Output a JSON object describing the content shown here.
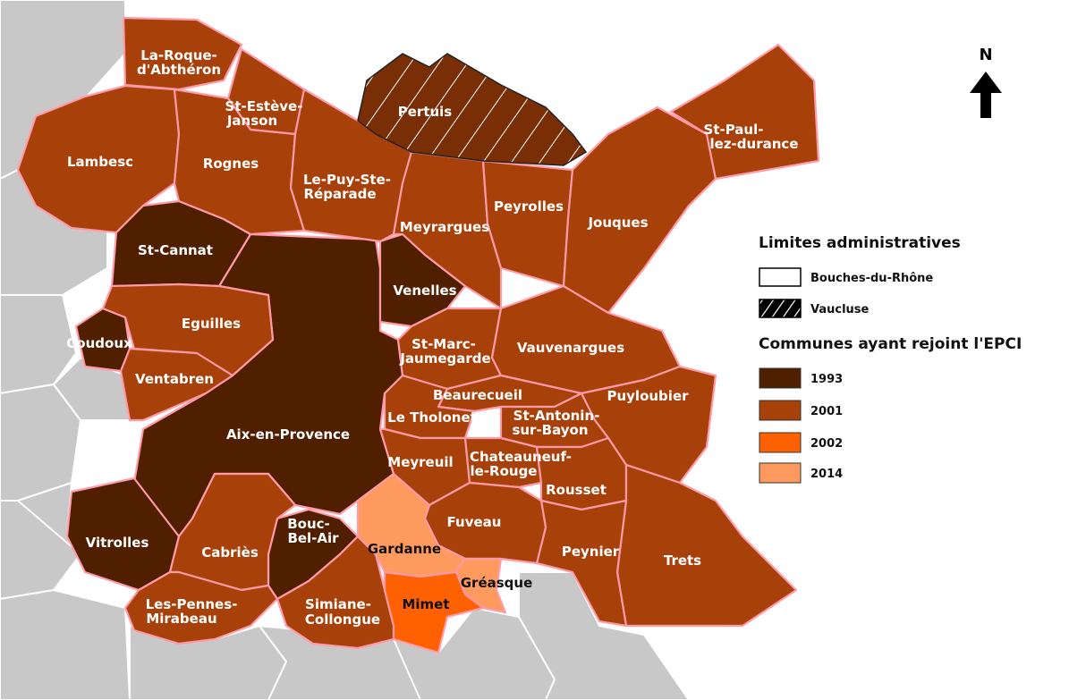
{
  "colors": {
    "y1993": "#4f1f00",
    "y2001": "#a8400a",
    "y2002": "#ff6000",
    "y2014": "#ff9a5e",
    "background": "#c8c8c8",
    "border": "#ff9aa8"
  },
  "north_label": "N",
  "legend": {
    "title_limits": "Limites administratives",
    "bouches": "Bouches-du-Rhône",
    "vaucluse": "Vaucluse",
    "title_communes": "Communes ayant rejoint l'EPCI",
    "years": [
      "1993",
      "2001",
      "2002",
      "2014"
    ]
  },
  "communes": {
    "laroque1": "La-Roque-",
    "laroque2": "d'Abthéron",
    "stesteve1": "St-Estève-",
    "stesteve2": "Janson",
    "pertuis": "Pertuis",
    "stpaul1": "St-Paul-",
    "stpaul2": "lez-durance",
    "lambesc": "Lambesc",
    "rognes": "Rognes",
    "lepuy1": "Le-Puy-Ste-",
    "lepuy2": "Réparade",
    "peyrolles": "Peyrolles",
    "jouques": "Jouques",
    "meyrargues": "Meyrargues",
    "stcannat": "St-Cannat",
    "venelles": "Venelles",
    "eguilles": "Eguilles",
    "coudoux": "Coudoux",
    "stmarc1": "St-Marc-",
    "stmarc2": "Jaumegarde",
    "vauvenargues": "Vauvenargues",
    "ventabren": "Ventabren",
    "beaurecueil": "Beaurecueil",
    "puyloubier": "Puyloubier",
    "letholonet": "Le Tholonet",
    "stantonin1": "St-Antonin-",
    "stantonin2": "sur-Bayon",
    "aix": "Aix-en-Provence",
    "meyreuil": "Meyreuil",
    "chateauneuf1": "Chateauneuf-",
    "chateauneuf2": "le-Rouge",
    "rousset": "Rousset",
    "vitrolles": "Vitrolles",
    "fuveau": "Fuveau",
    "boucbelair1": "Bouc-",
    "boucbelair2": "Bel-Air",
    "cabries": "Cabriès",
    "gardanne": "Gardanne",
    "peynier": "Peynier",
    "trets": "Trets",
    "greasque": "Gréasque",
    "mimet": "Mimet",
    "pennes1": "Les-Pennes-",
    "pennes2": "Mirabeau",
    "simiane1": "Simiane-",
    "simiane2": "Collongue"
  }
}
